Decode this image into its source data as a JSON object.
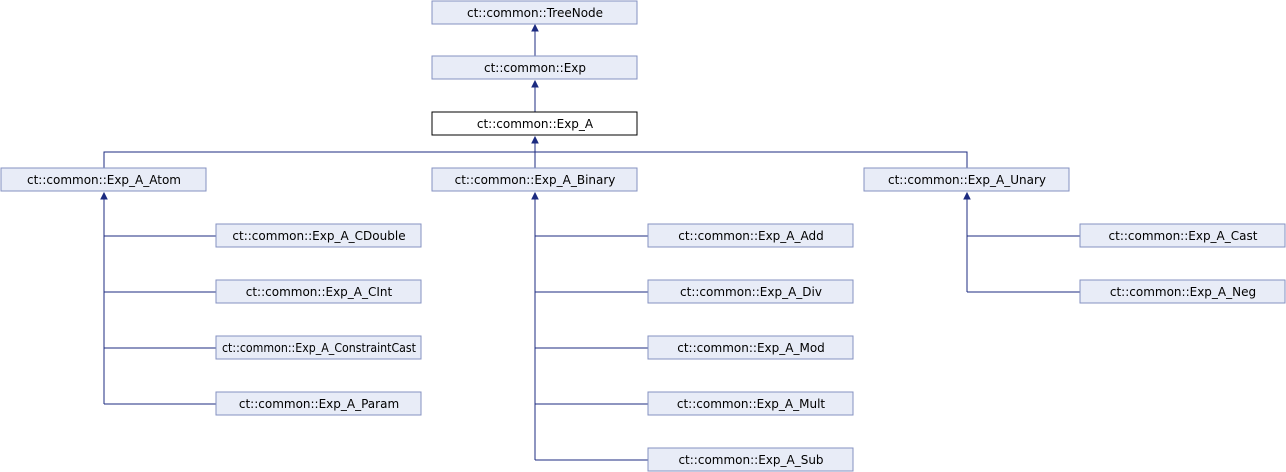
{
  "diagram": {
    "type": "class-inheritance-graph",
    "nodes": {
      "treenode": "ct::common::TreeNode",
      "exp": "ct::common::Exp",
      "exp_a": "ct::common::Exp_A",
      "exp_a_atom": "ct::common::Exp_A_Atom",
      "exp_a_binary": "ct::common::Exp_A_Binary",
      "exp_a_unary": "ct::common::Exp_A_Unary",
      "exp_a_cdouble": "ct::common::Exp_A_CDouble",
      "exp_a_cint": "ct::common::Exp_A_CInt",
      "exp_a_constraintcast": "ct::common::Exp_A_ConstraintCast",
      "exp_a_param": "ct::common::Exp_A_Param",
      "exp_a_add": "ct::common::Exp_A_Add",
      "exp_a_div": "ct::common::Exp_A_Div",
      "exp_a_mod": "ct::common::Exp_A_Mod",
      "exp_a_mult": "ct::common::Exp_A_Mult",
      "exp_a_sub": "ct::common::Exp_A_Sub",
      "exp_a_cast": "ct::common::Exp_A_Cast",
      "exp_a_neg": "ct::common::Exp_A_Neg"
    },
    "current_node": "exp_a",
    "inheritance": [
      {
        "child": "exp",
        "parent": "treenode"
      },
      {
        "child": "exp_a",
        "parent": "exp"
      },
      {
        "child": "exp_a_atom",
        "parent": "exp_a"
      },
      {
        "child": "exp_a_binary",
        "parent": "exp_a"
      },
      {
        "child": "exp_a_unary",
        "parent": "exp_a"
      },
      {
        "child": "exp_a_cdouble",
        "parent": "exp_a_atom"
      },
      {
        "child": "exp_a_cint",
        "parent": "exp_a_atom"
      },
      {
        "child": "exp_a_constraintcast",
        "parent": "exp_a_atom"
      },
      {
        "child": "exp_a_param",
        "parent": "exp_a_atom"
      },
      {
        "child": "exp_a_add",
        "parent": "exp_a_binary"
      },
      {
        "child": "exp_a_div",
        "parent": "exp_a_binary"
      },
      {
        "child": "exp_a_mod",
        "parent": "exp_a_binary"
      },
      {
        "child": "exp_a_mult",
        "parent": "exp_a_binary"
      },
      {
        "child": "exp_a_sub",
        "parent": "exp_a_binary"
      },
      {
        "child": "exp_a_cast",
        "parent": "exp_a_unary"
      },
      {
        "child": "exp_a_neg",
        "parent": "exp_a_unary"
      }
    ]
  }
}
